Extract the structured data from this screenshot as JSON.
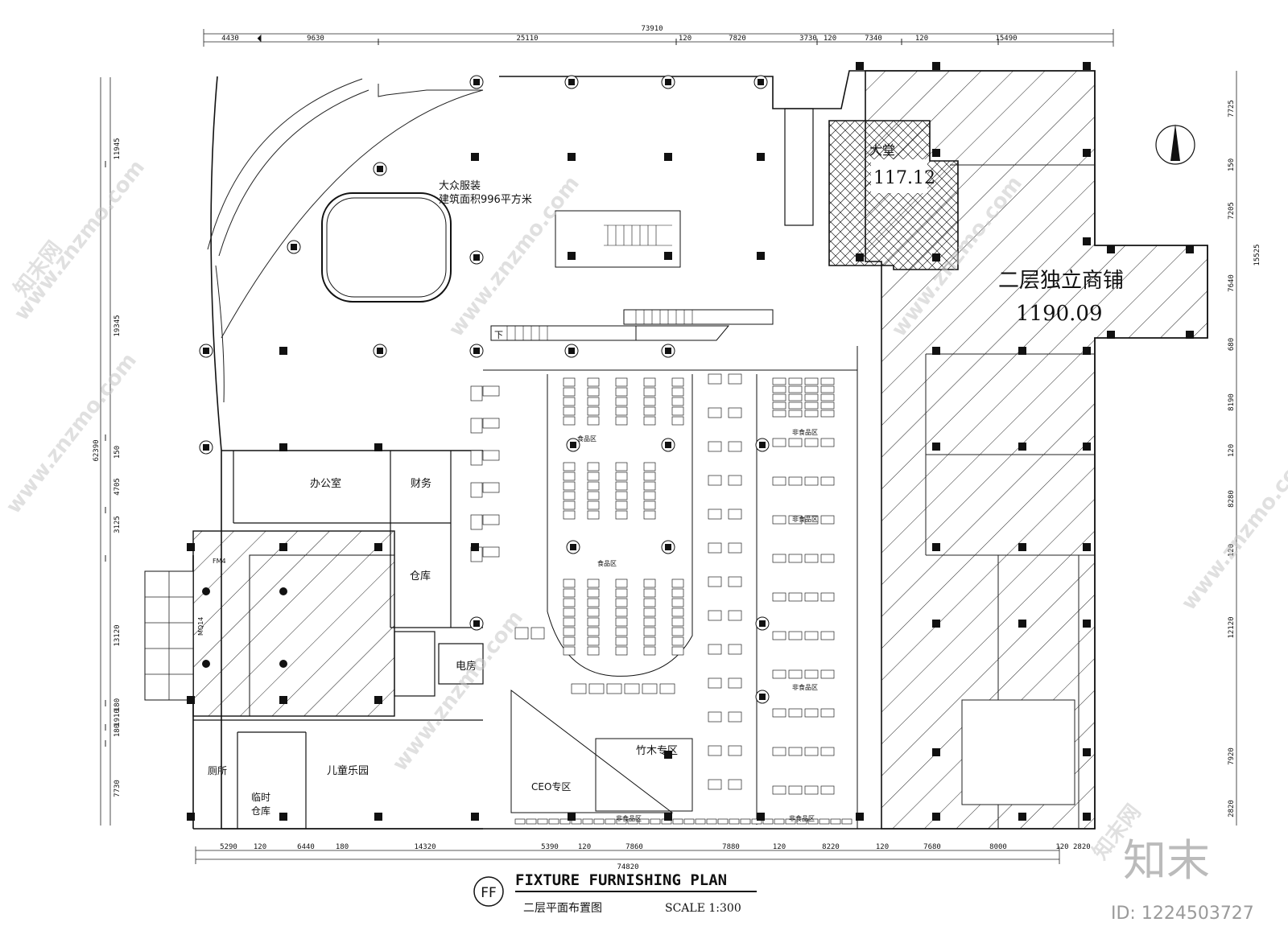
{
  "dimensions": {
    "top_total": "73910",
    "top": [
      "4430",
      "9630",
      "25110",
      "120",
      "7820",
      "3730",
      "120",
      "7340",
      "120",
      "15490"
    ],
    "left_total": "62390",
    "left": [
      "11945",
      "19345",
      "150",
      "4705",
      "3125",
      "13120",
      "180",
      "1910",
      "180",
      "7730"
    ],
    "right": [
      "7725",
      "150",
      "7205",
      "15525",
      "7640",
      "680",
      "8190",
      "120",
      "8280",
      "120",
      "12120",
      "7920",
      "2820"
    ],
    "bottom_total": "74820",
    "bottom": [
      "5290",
      "120",
      "6440",
      "180",
      "14320",
      "5390",
      "120",
      "7860",
      "7880",
      "120",
      "8220",
      "120",
      "7680",
      "8000",
      "120 2820"
    ]
  },
  "rooms": {
    "apparel": "大众服装",
    "apparel_area": "建筑面积996平方米",
    "lobby": "大堂",
    "lobby_area": "117.12",
    "shop": "二层独立商铺",
    "shop_area": "1190.09",
    "office": "办公室",
    "finance": "财务",
    "warehouse": "仓库",
    "electric": "电房",
    "toilet": "厕所",
    "temp_storage": "临时\n仓库",
    "temp_storage_1": "临时",
    "temp_storage_2": "仓库",
    "kids": "儿童乐园",
    "bamboo": "竹木专区",
    "ceo": "CEO专区",
    "food_zone": "食品区",
    "nonfood_zone": "非食品区",
    "escalator_down": "下",
    "door_fm": "FM4",
    "door_mq": "MQ14"
  },
  "title": {
    "badge": "FF",
    "main": "FIXTURE FURNISHING PLAN",
    "sub": "二层平面布置图",
    "scale": "SCALE 1:300"
  },
  "watermark": {
    "logo": "知末",
    "id": "ID: 1224503727",
    "site": "www.znzmo.com",
    "brand": "知末网"
  },
  "colors": {
    "line": "#111111",
    "hatch": "#222222",
    "watermark": "#c8c8c8"
  }
}
